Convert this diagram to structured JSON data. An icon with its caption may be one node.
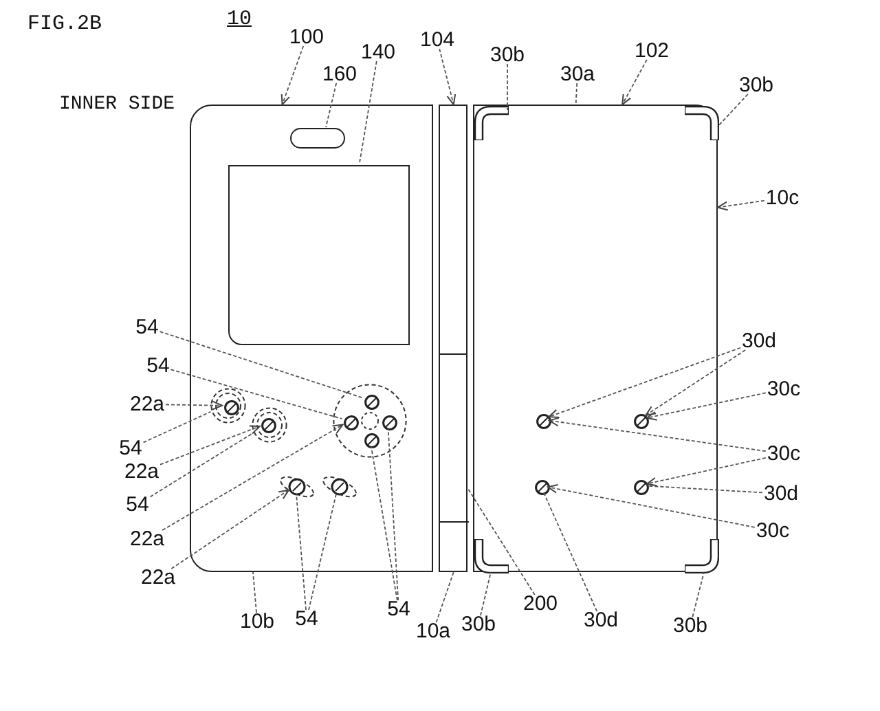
{
  "diagram": {
    "title": "FIG.2B",
    "nodes": [
      {
        "text": [],
        "shape": "box"
      },
      {
        "text": [],
        "shape": "box",
        "in": 0
      },
      {
        "text": [],
        "shape": "oval",
        "in": 0
      },
      {
        "text": [],
        "shape": "box"
      },
      {
        "text": [],
        "shape": "box",
        "in": 3
      },
      {
        "text": [],
        "shape": "box"
      },
      {
        "text": [],
        "shape": "bracket",
        "in": 5
      },
      {
        "text": [],
        "shape": "bracket",
        "in": 5
      },
      {
        "text": [],
        "shape": "bracket",
        "in": 5
      },
      {
        "text": [],
        "shape": "bracket",
        "in": 5
      },
      {
        "text": [],
        "shape": "circle",
        "in": 11
      },
      {
        "text": [],
        "shape": "circle",
        "in": 0
      },
      {
        "text": [],
        "shape": "circle",
        "in": 13
      },
      {
        "text": [],
        "shape": "circle",
        "in": 0
      },
      {
        "text": [],
        "shape": "circle",
        "in": 0
      },
      {
        "text": [],
        "shape": "circle",
        "in": 14
      },
      {
        "text": [],
        "shape": "circle",
        "in": 14
      },
      {
        "text": [],
        "shape": "circle",
        "in": 14
      },
      {
        "text": [],
        "shape": "circle",
        "in": 14
      },
      {
        "text": [],
        "shape": "oval",
        "in": 0
      },
      {
        "text": [],
        "shape": "oval",
        "in": 0
      },
      {
        "text": [],
        "shape": "circle",
        "in": 5
      },
      {
        "text": [],
        "shape": "circle",
        "in": 5
      },
      {
        "text": [],
        "shape": "circle",
        "in": 5
      },
      {
        "text": [],
        "shape": "circle",
        "in": 5
      },
      {
        "text": [
          "100"
        ]
      },
      {
        "text": [
          "160"
        ]
      },
      {
        "text": [
          "140"
        ]
      },
      {
        "text": [
          "104"
        ]
      },
      {
        "text": [
          "30b"
        ]
      },
      {
        "text": [
          "30a"
        ]
      },
      {
        "text": [
          "102"
        ]
      },
      {
        "text": [
          "30b"
        ]
      },
      {
        "text": [
          "10c"
        ]
      },
      {
        "text": [
          "54"
        ]
      },
      {
        "text": [
          "54"
        ]
      },
      {
        "text": [
          "22a"
        ]
      },
      {
        "text": [
          "54"
        ]
      },
      {
        "text": [
          "22a"
        ]
      },
      {
        "text": [
          "54"
        ]
      },
      {
        "text": [
          "22a"
        ]
      },
      {
        "text": [
          "22a"
        ]
      },
      {
        "text": [
          "10b"
        ]
      },
      {
        "text": [
          "54"
        ]
      },
      {
        "text": [
          "54"
        ]
      },
      {
        "text": [
          "10a"
        ]
      },
      {
        "text": [
          "30d"
        ]
      },
      {
        "text": [
          "30c"
        ]
      },
      {
        "text": [
          "30c"
        ]
      },
      {
        "text": [
          "30d"
        ]
      },
      {
        "text": [
          "30c"
        ]
      },
      {
        "text": [
          "30b"
        ]
      },
      {
        "text": [
          "200"
        ]
      },
      {
        "text": [
          "30d"
        ]
      },
      {
        "text": [
          "30b"
        ]
      }
    ],
    "edges": [
      {
        "from": 25,
        "to": 0,
        "arrow": "to"
      },
      {
        "from": 26,
        "to": 2,
        "arrow": "none"
      },
      {
        "from": 27,
        "to": 1,
        "arrow": "none"
      },
      {
        "from": 28,
        "to": 3,
        "arrow": "to"
      },
      {
        "from": 29,
        "to": 6,
        "arrow": "none"
      },
      {
        "from": 30,
        "to": 5,
        "arrow": "none"
      },
      {
        "from": 31,
        "to": 5,
        "arrow": "to"
      },
      {
        "from": 32,
        "to": 7,
        "arrow": "none"
      },
      {
        "from": 33,
        "to": 5,
        "arrow": "to"
      },
      {
        "from": 34,
        "to": 15,
        "arrow": "none"
      },
      {
        "from": 35,
        "to": 16,
        "arrow": "none"
      },
      {
        "from": 36,
        "to": 10,
        "arrow": "to"
      },
      {
        "from": 37,
        "to": 11,
        "arrow": "none"
      },
      {
        "from": 38,
        "to": 12,
        "arrow": "to"
      },
      {
        "from": 39,
        "to": 13,
        "arrow": "none"
      },
      {
        "from": 40,
        "to": 16,
        "arrow": "to"
      },
      {
        "from": 41,
        "to": 19,
        "arrow": "to"
      },
      {
        "from": 42,
        "to": 0,
        "arrow": "none"
      },
      {
        "from": 43,
        "to": 19,
        "arrow": "none"
      },
      {
        "from": 43,
        "to": 20,
        "arrow": "none"
      },
      {
        "from": 44,
        "to": 17,
        "arrow": "none"
      },
      {
        "from": 44,
        "to": 18,
        "arrow": "none"
      },
      {
        "from": 45,
        "to": 4,
        "arrow": "none"
      },
      {
        "from": 46,
        "to": 21,
        "arrow": "to"
      },
      {
        "from": 46,
        "to": 22,
        "arrow": "to"
      },
      {
        "from": 47,
        "to": 22,
        "arrow": "to"
      },
      {
        "from": 48,
        "to": 21,
        "arrow": "to"
      },
      {
        "from": 48,
        "to": 24,
        "arrow": "to"
      },
      {
        "from": 49,
        "to": 24,
        "arrow": "none"
      },
      {
        "from": 50,
        "to": 23,
        "arrow": "to"
      },
      {
        "from": 51,
        "to": 8,
        "arrow": "none"
      },
      {
        "from": 52,
        "to": 3,
        "arrow": "none"
      },
      {
        "from": 53,
        "to": 23,
        "arrow": "none"
      },
      {
        "from": 54,
        "to": 9,
        "arrow": "none"
      }
    ],
    "labels": [
      "10",
      "INNER SIDE"
    ]
  }
}
